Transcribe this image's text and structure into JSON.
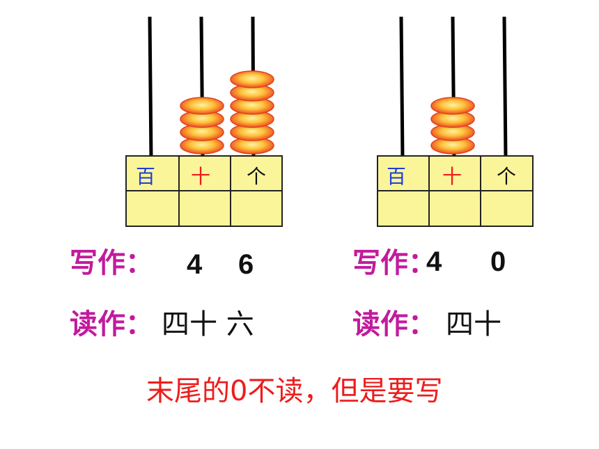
{
  "colors": {
    "label": "#c21a9c",
    "note": "#ee1c1c",
    "hundreds": "#1e3fd6",
    "tens": "#ee1c1c",
    "ones": "#111111",
    "box_fill": "#fbf59a",
    "bead_core": "#ffe06a",
    "bead_edge": "#e8361c"
  },
  "abaci": [
    {
      "place_labels": [
        "百",
        "十",
        "个"
      ],
      "beads": {
        "hundreds": 0,
        "tens": 4,
        "ones": 6
      },
      "write_label": "写作：",
      "write_digits": [
        "4",
        "6"
      ],
      "read_label": "读作：",
      "read_text": "四十 六"
    },
    {
      "place_labels": [
        "百",
        "十",
        "个"
      ],
      "beads": {
        "hundreds": 0,
        "tens": 4,
        "ones": 0
      },
      "write_label": "写作：",
      "write_digits": [
        "4",
        "0"
      ],
      "read_label": "读作：",
      "read_text": "四十"
    }
  ],
  "note": "末尾的0不读，但是要写"
}
